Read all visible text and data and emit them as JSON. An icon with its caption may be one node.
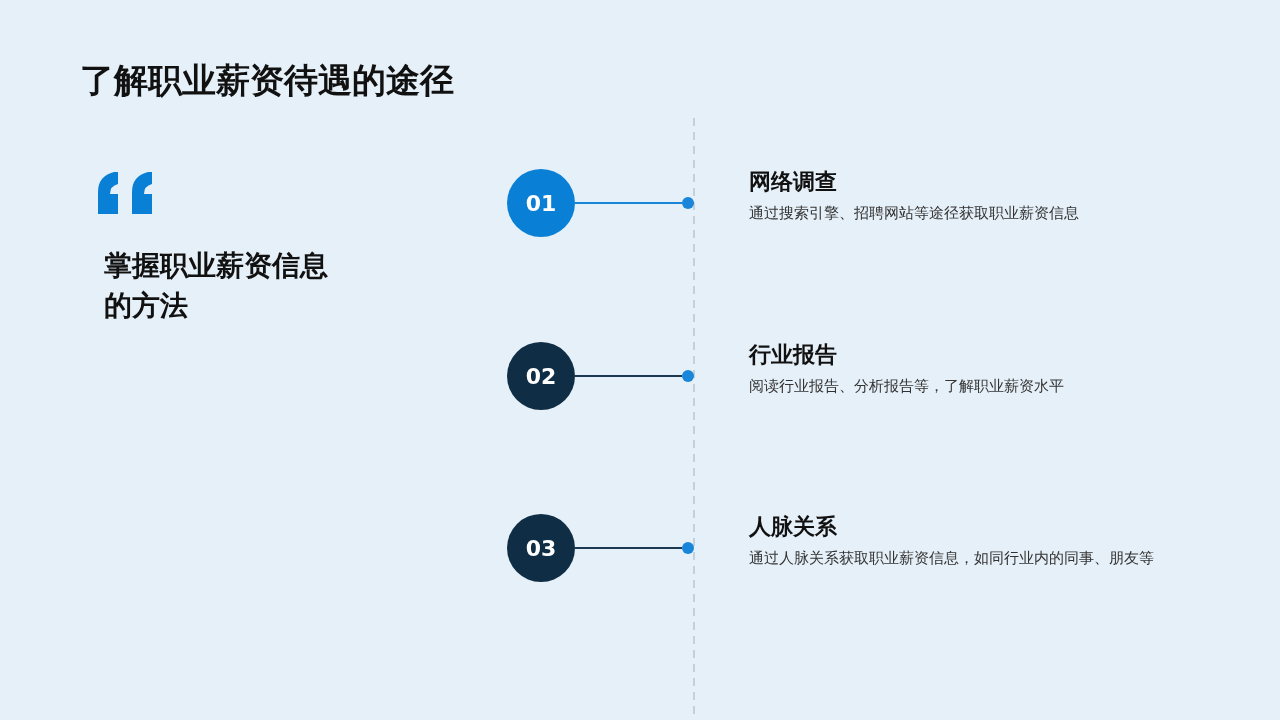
{
  "diagram": {
    "title": "了解职业薪资待遇的途径",
    "nodes": [
      {
        "text": [
          "01"
        ]
      },
      {
        "text": [],
        "shape": "circle",
        "beside": [
          "网络调查",
          "通过搜索引擎、招聘网站等途径获取职业薪资信息"
        ]
      },
      {
        "text": [
          "02"
        ]
      },
      {
        "text": [],
        "shape": "circle",
        "beside": [
          "行业报告",
          "阅读行业报告、分析报告等，了解职业薪资水平"
        ]
      },
      {
        "text": [
          "03"
        ]
      },
      {
        "text": [],
        "shape": "circle",
        "beside": [
          "人脉关系",
          "通过人脉关系获取职业薪资信息，如同行业内的同事、朋友等"
        ]
      }
    ],
    "edges": [
      {
        "from": 0,
        "to": 1,
        "arrow": "none",
        "color": "#1a86d9"
      },
      {
        "from": 2,
        "to": 3,
        "arrow": "none"
      },
      {
        "from": 4,
        "to": 5,
        "arrow": "none"
      }
    ],
    "labels": [
      "掌握职业薪资信息的方法"
    ]
  }
}
